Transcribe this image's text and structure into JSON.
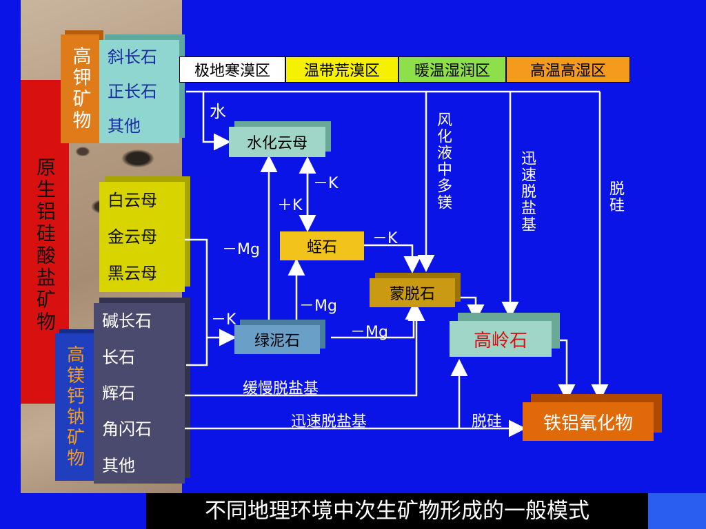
{
  "groups": {
    "high_k": {
      "title": "高钾矿物",
      "items": [
        "斜长石",
        "正长石",
        "其他"
      ]
    },
    "primary": {
      "title": "原生铝硅酸盐矿物"
    },
    "micas": {
      "items": [
        "白云母",
        "金云母",
        "黑云母"
      ]
    },
    "high_mg_ca_na": {
      "title": "高镁钙钠矿物",
      "items": [
        "碱长石",
        "长石",
        "辉石",
        "角闪石",
        "其他"
      ]
    }
  },
  "zones": [
    "极地寒漠区",
    "温带荒漠区",
    "暖温湿润区",
    "高温高湿区"
  ],
  "nodes": {
    "hydromica": "水化云母",
    "vermiculite": "蛭石",
    "montmorillonite": "蒙脱石",
    "chlorite": "绿泥石",
    "kaolinite": "高岭石",
    "fe_al_oxide": "铁铝氧化物"
  },
  "edge_labels": {
    "water": "水",
    "minus_k_1": "－K",
    "plus_k": "＋K",
    "minus_mg_1": "－Mg",
    "minus_k_2": "－K",
    "minus_mg_2": "－Mg",
    "minus_k_3": "－K",
    "minus_mg_3": "－Mg",
    "slow_desalt": "缓慢脱盐基",
    "fast_desalt": "迅速脱盐基",
    "desilica_h": "脱硅",
    "weathering_mg": "风化液中多镁",
    "fast_desalt_v": "迅速脱盐基",
    "desilica_v": "脱硅"
  },
  "caption": "不同地理环境中次生矿物形成的一般模式",
  "colors": {
    "background": "#0a14e6",
    "high_k": "#e07b1a",
    "primary": "#d81010",
    "mica": "#d8d400",
    "high_mg": "#1f3fbf",
    "feldspar_box": "#4a4a6e",
    "zone_polar": "#ffffff",
    "zone_temperate": "#f6f100",
    "zone_warm": "#8ee04a",
    "zone_hot": "#f49a1c"
  }
}
